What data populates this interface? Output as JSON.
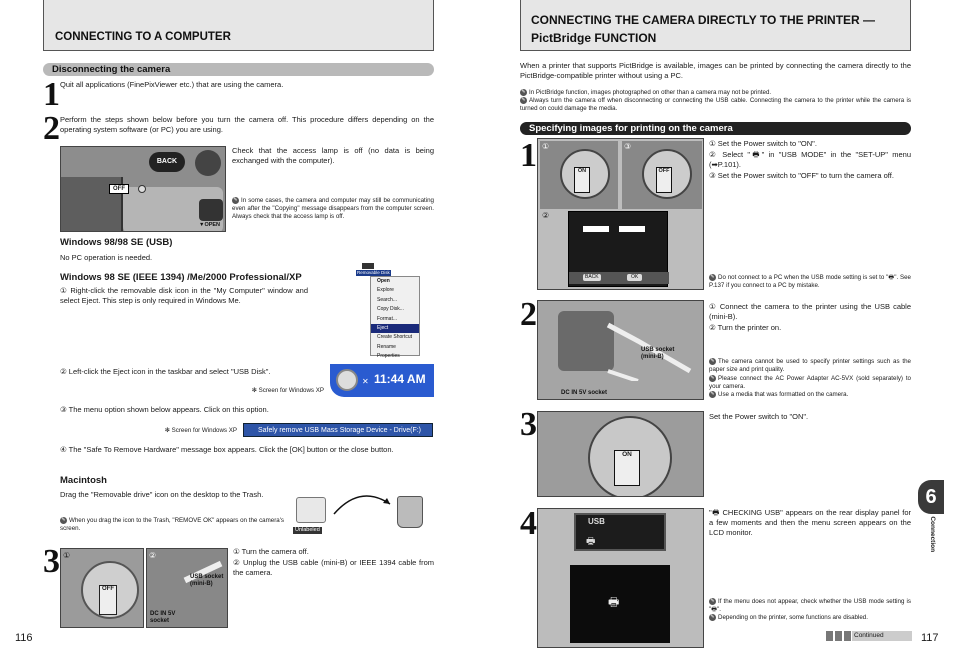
{
  "left": {
    "header": "CONNECTING TO A COMPUTER",
    "section": "Disconnecting the camera",
    "step1": "Quit all applications (FinePixViewer etc.) that are using the camera.",
    "step2": "Perform the steps shown below before you turn the camera off. This procedure differs depending on the operating system software (or PC) you are using.",
    "lamp_text": "Check that the access lamp is off (no data is being exchanged with the computer).",
    "lamp_note": "In some cases, the camera and computer may still be communicating even after the \"Copying\" message disappears from the computer screen. Always check that the access lamp is off.",
    "photo_back": "BACK",
    "photo_off": "OFF",
    "photo_open": "▼OPEN",
    "win98_title": "Windows 98/98 SE (USB)",
    "win98_text": "No PC operation is needed.",
    "winme_title": "Windows 98 SE (IEEE 1394) /Me/2000 Professional/XP",
    "winme_1": "① Right-click the removable disk icon in the \"My Computer\" window and select Eject. This step is only required in Windows Me.",
    "context_label": "Removable Disk",
    "context_menu": [
      "Open",
      "Explore",
      "Search...",
      "Copy Disk...",
      "Format...",
      "Eject",
      "Create Shortcut",
      "Rename",
      "Properties"
    ],
    "winme_2": "② Left-click the Eject icon in the taskbar and select \"USB Disk\".",
    "screen_xp_1": "✻ Screen for Windows XP",
    "taskbar_time": "11:44 AM",
    "winme_3": "③ The menu option shown below appears. Click on this option.",
    "screen_xp_2": "✻ Screen for Windows XP",
    "safe_remove": "Safely remove USB Mass Storage Device - Drive(F:)",
    "winme_4": "④ The \"Safe To Remove Hardware\" message box appears. Click the [OK] button or the close button.",
    "mac_title": "Macintosh",
    "mac_text": "Drag the \"Removable drive\" icon on the desktop to the Trash.",
    "mac_note": "When you drag the icon to the Trash, \"REMOVE OK\" appears on the camera's screen.",
    "mac_icon_label": "Unlabeled",
    "step3_1": "① Turn the camera off.",
    "step3_2": "② Unplug the USB cable (mini-B) or IEEE 1394 cable from the camera.",
    "usb_label": "USB socket (mini-B)",
    "dcin_label": "DC IN 5V socket",
    "page_num": "116"
  },
  "right": {
    "header_line1": "CONNECTING THE CAMERA DIRECTLY TO THE PRINTER —",
    "header_line2": "PictBridge FUNCTION",
    "intro": "When a printer that supports PictBridge is available, images can be printed by connecting the camera directly to the PictBridge-compatible printer without using a PC.",
    "note1": "In PictBridge function, images photographed on other than a camera may not be printed.",
    "note2": "Always turn the camera off when disconnecting or connecting the USB cable. Connecting the camera to the printer while the camera is turned on could damage the media.",
    "section": "Specifying images for printing on the camera",
    "s1_1": "① Set the Power switch to \"ON\".",
    "s1_2": "② Select \"🖶\" in \"USB MODE\" in the \"SET-UP\" menu (➡P.101).",
    "s1_3": "③ Set the Power switch to \"OFF\" to turn the camera off.",
    "s1_note": "Do not connect to a PC when the USB mode setting is set to \"🖶\". See P.137 if you connect to a PC by mistake.",
    "lcd_back": "BACK",
    "lcd_ok": "OK",
    "s2_1": "① Connect the camera to the printer using the USB cable (mini-B).",
    "s2_2": "② Turn the printer on.",
    "s2_n1": "The camera cannot be used to specify printer settings such as the paper size and print quality.",
    "s2_n2": "Please connect the AC Power Adapter AC-5VX (sold separately) to your camera.",
    "s2_n3": "Use a media that was formatted on the camera.",
    "usb_label": "USB socket (mini-B)",
    "dcin_label": "DC IN 5V socket",
    "s3": "Set the Power switch to \"ON\".",
    "s4": "\"🖶 CHECKING USB\" appears on the rear display panel for a few moments and then the menu screen appears on the LCD monitor.",
    "s4_n1": "If the menu does not appear, check whether the USB mode setting is \"🖶\".",
    "s4_n2": "Depending on the printer, some functions are disabled.",
    "usb_panel": "USB",
    "tab_num": "6",
    "tab_text": "Connection",
    "continued": "Continued",
    "page_num": "117"
  }
}
